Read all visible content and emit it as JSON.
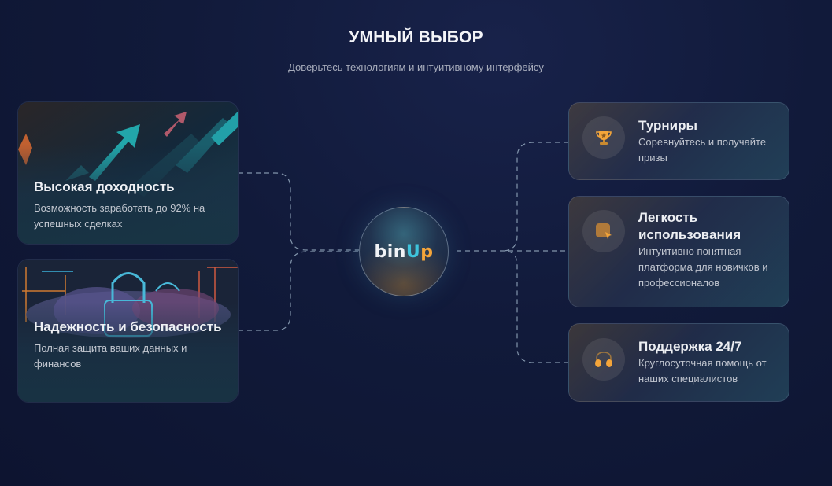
{
  "header": {
    "title": "УМНЫЙ ВЫБОР",
    "subtitle": "Доверьтесь технологиям и интуитивному интерфейсу"
  },
  "hub": {
    "logo_part1": "bin",
    "logo_part2": "U",
    "logo_part3": "p"
  },
  "left_cards": [
    {
      "title": "Высокая доходность",
      "description": "Возможность заработать до 92% на успешных сделках",
      "image": "rising-arrows-image"
    },
    {
      "title": "Надежность и безопасность",
      "description": "Полная защита ваших данных и финансов",
      "image": "cloud-padlock-image"
    }
  ],
  "right_cards": [
    {
      "icon": "trophy-icon",
      "title": "Турниры",
      "description": "Соревнуйтесь и получайте призы"
    },
    {
      "icon": "cursor-click-icon",
      "title": "Легкость использования",
      "description": "Интуитивно понятная платформа для новичков и профессионалов"
    },
    {
      "icon": "headphones-icon",
      "title": "Поддержка 24/7",
      "description": "Круглосуточная помощь от наших специалистов"
    }
  ],
  "colors": {
    "accent_orange": "#f4a53a",
    "accent_cyan": "#3ec4dc",
    "background": "#111a3a"
  }
}
